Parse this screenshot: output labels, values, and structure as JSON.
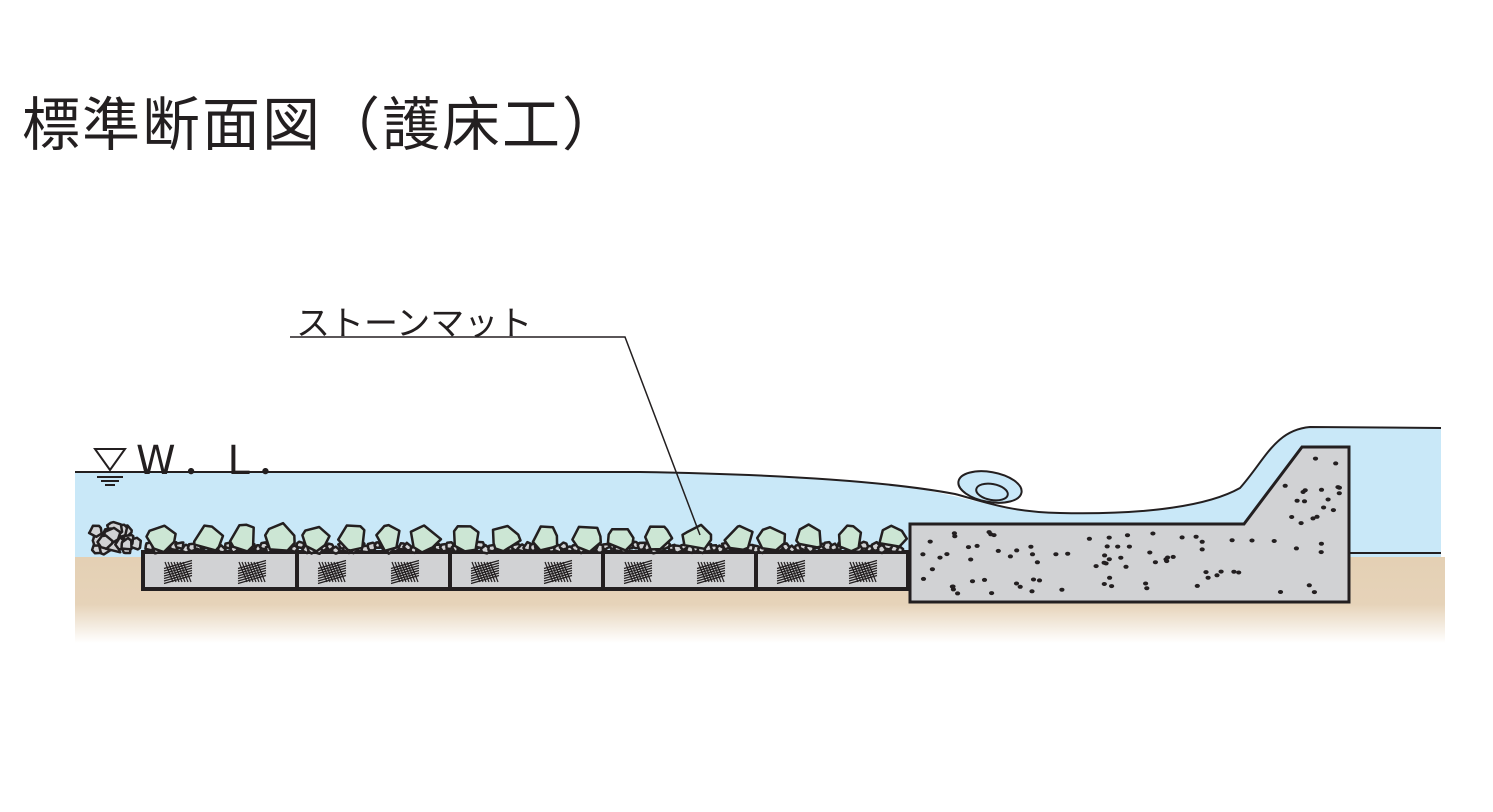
{
  "title": "標準断面図（護床工）",
  "labels": {
    "stone_mat": "ストーンマット",
    "water_level": "W．L．"
  },
  "colors": {
    "water": "#c9e8f8",
    "ground": "#e4d0b4",
    "concrete": "#d1d2d4",
    "stone": "#cce6d4",
    "line": "#231f20"
  }
}
